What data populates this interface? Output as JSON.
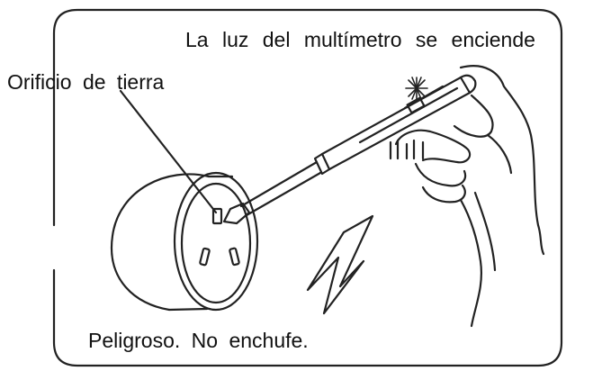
{
  "labels": {
    "light_on": "La luz del multímetro se enciende",
    "ground_hole": "Orificio de tierra",
    "warning": "Peligroso. No enchufe."
  },
  "icons": {
    "spark": "spark-icon",
    "lightning": "lightning-bolt-icon"
  },
  "colors": {
    "line": "#222222",
    "background": "#ffffff"
  }
}
